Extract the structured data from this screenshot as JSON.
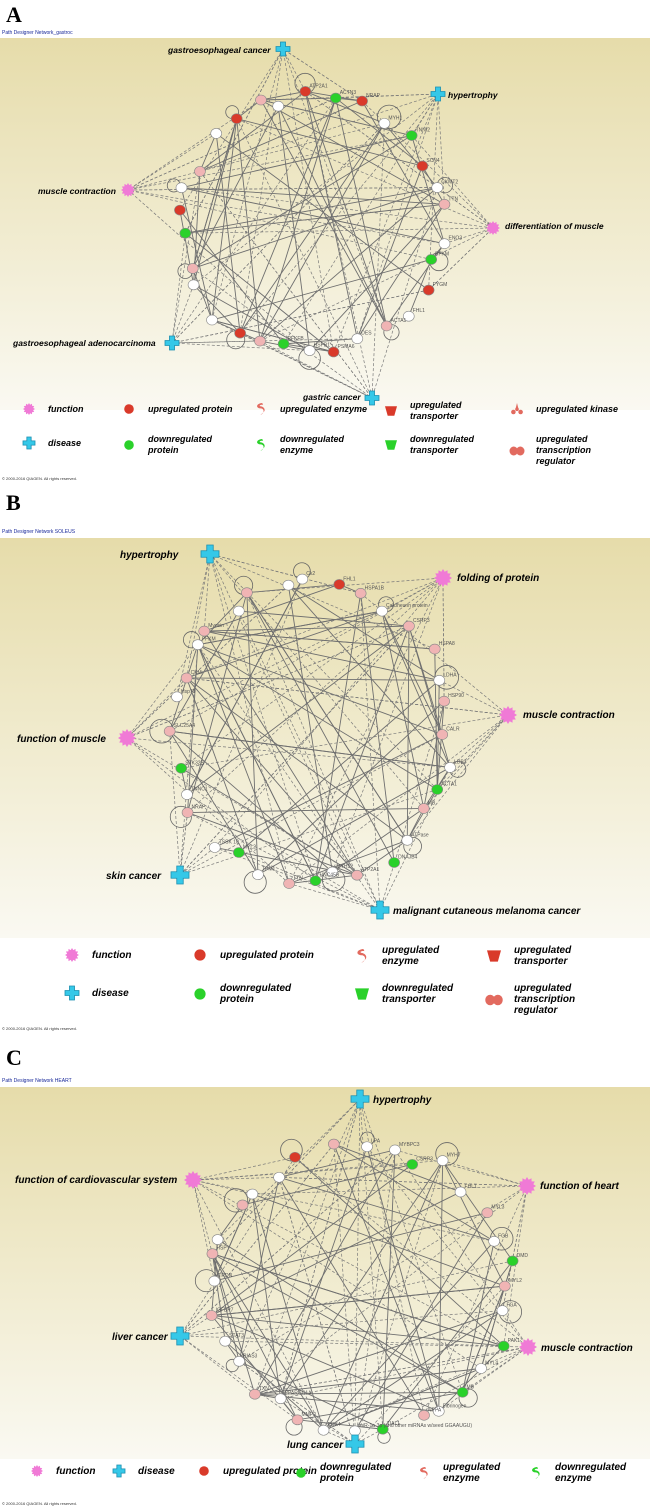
{
  "panels": [
    {
      "letter": "A",
      "title": "Path Designer Network_gastroc",
      "copyright": "© 2000-2016 QIAGEN. All rights reserved.",
      "hubs": [
        {
          "label": "gastroesophageal cancer",
          "kind": "disease"
        },
        {
          "label": "hypertrophy",
          "kind": "disease"
        },
        {
          "label": "muscle contraction",
          "kind": "function"
        },
        {
          "label": "differentiation of muscle",
          "kind": "function"
        },
        {
          "label": "gastroesophageal adenocarcinoma",
          "kind": "disease"
        },
        {
          "label": "gastric cancer",
          "kind": "disease"
        }
      ],
      "node_labels": [
        "ATP2A1",
        "ACTN3",
        "NRAP",
        "MYH1",
        "TNNI2",
        "SCN4",
        "CKMT2",
        "TTN",
        "ENO3",
        "PFKM",
        "PYGM",
        "FHL1",
        "ACTA1",
        "DES",
        "PSMA6",
        "HSPB1",
        "PFKFB"
      ],
      "legend": [
        {
          "label": "function",
          "icon": "function"
        },
        {
          "label": "upregulated protein",
          "icon": "up-protein"
        },
        {
          "label": "upregulated enzyme",
          "icon": "up-enzyme"
        },
        {
          "label": "upregulated transporter",
          "icon": "up-transporter"
        },
        {
          "label": "upregulated kinase",
          "icon": "up-kinase"
        },
        {
          "label": "disease",
          "icon": "disease"
        },
        {
          "label": "downregulated protein",
          "icon": "down-protein"
        },
        {
          "label": "downregulated enzyme",
          "icon": "down-enzyme"
        },
        {
          "label": "downregulated transporter",
          "icon": "down-transporter"
        },
        {
          "label": "upregulated transcription regulator",
          "icon": "up-tr"
        }
      ]
    },
    {
      "letter": "B",
      "title": "Path Designer Network SOLEUS",
      "copyright": "© 2000-2016 QIAGEN. All rights reserved.",
      "hubs": [
        {
          "label": "hypertrophy",
          "kind": "disease"
        },
        {
          "label": "folding of protein",
          "kind": "function"
        },
        {
          "label": "function of muscle",
          "kind": "function"
        },
        {
          "label": "muscle contraction",
          "kind": "function"
        },
        {
          "label": "skin cancer",
          "kind": "disease"
        },
        {
          "label": "malignant cutaneous melanoma cancer",
          "kind": "disease"
        }
      ],
      "node_labels": [
        "Ck2",
        "FHL1",
        "HSPA1B",
        "Calcineurin protein",
        "CSRP3",
        "HSPA8",
        "LDHA",
        "HSP90",
        "CALR",
        "LDB3",
        "ACTA1",
        "MB",
        "ATPase",
        "DNAJB4",
        "ATP2A1",
        "MYH1",
        "UNC45B",
        "TTN",
        "TPM1",
        "MYL2",
        "TSSK 10",
        "NRAP",
        "TNNC1",
        "STK32B",
        "SLC25A4",
        "Hsp70",
        "CKM",
        "PFKM",
        "Myosin"
      ],
      "legend": [
        {
          "label": "function",
          "icon": "function"
        },
        {
          "label": "upregulated protein",
          "icon": "up-protein"
        },
        {
          "label": "upregulated enzyme",
          "icon": "up-enzyme"
        },
        {
          "label": "upregulated transporter",
          "icon": "up-transporter"
        },
        {
          "label": "disease",
          "icon": "disease"
        },
        {
          "label": "downregulated protein",
          "icon": "down-protein"
        },
        {
          "label": "downregulated transporter",
          "icon": "down-transporter"
        },
        {
          "label": "upregulated transcription regulator",
          "icon": "up-tr"
        }
      ]
    },
    {
      "letter": "C",
      "title": "Path Designer Network HEART",
      "copyright": "© 2000-2016 QIAGEN. All rights reserved.",
      "hubs": [
        {
          "label": "hypertrophy",
          "kind": "disease"
        },
        {
          "label": "function of cardiovascular system",
          "kind": "function"
        },
        {
          "label": "function of heart",
          "kind": "function"
        },
        {
          "label": "liver cancer",
          "kind": "disease"
        },
        {
          "label": "muscle contraction",
          "kind": "function"
        },
        {
          "label": "lung cancer",
          "kind": "disease"
        }
      ],
      "node_labels": [
        "LPA",
        "MYBPC3",
        "CSRP3",
        "MYH7",
        "FHL1",
        "MYL3",
        "FGB",
        "DMD",
        "MYL2",
        "FGA",
        "PAK1",
        "MYL4",
        "MB",
        "Fibrinogen",
        "NPPA",
        "TIAL1",
        "miR-1a-3p (and other miRNAs w/seed GGAAUGU)",
        "PDK4",
        "MMP2",
        "PPARGC1A",
        "TXN",
        "PIAS3",
        "STAT3",
        "IGFBP7",
        "TRDN",
        "HSP"
      ],
      "legend": [
        {
          "label": "function",
          "icon": "function"
        },
        {
          "label": "disease",
          "icon": "disease"
        },
        {
          "label": "upregulated protein",
          "icon": "up-protein"
        },
        {
          "label": "downregulated protein",
          "icon": "down-protein"
        },
        {
          "label": "upregulated enzyme",
          "icon": "up-enzyme"
        },
        {
          "label": "downregulated enzyme",
          "icon": "down-enzyme"
        }
      ]
    }
  ],
  "colors": {
    "function": "#f07ad6",
    "disease": "#35c8e8",
    "upregulated": "#d93a2a",
    "upregulated_light": "#f0b4b4",
    "downregulated": "#2ad12a",
    "edge": "#6f6f6f",
    "hub_label": "#000000"
  }
}
